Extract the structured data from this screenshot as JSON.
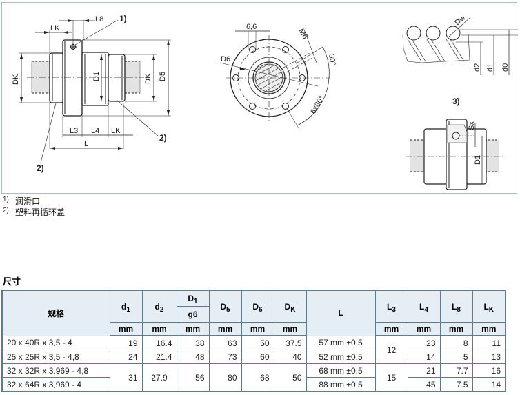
{
  "figure": {
    "left_labels": {
      "l8": "L8",
      "lk_top": "LK",
      "note1": "1)",
      "dk_left": "DK",
      "d1": "D1",
      "dk_right": "DK",
      "d5": "D5",
      "l3": "L3",
      "l4": "L4",
      "lk_bottom": "LK",
      "l": "L",
      "note2_right": "2)",
      "note2_left": "2)"
    },
    "middle_labels": {
      "hole": "6,6",
      "m6": "M6",
      "d6": "D6",
      "angle30": "30°",
      "pitch": "6x60°"
    },
    "right_labels": {
      "dw": "Dw",
      "d2": "d2",
      "d1": "d1",
      "d0": "d0",
      "note3": "3)",
      "sx": "Sx",
      "D1": "D1"
    }
  },
  "footnotes": [
    {
      "mark": "1)",
      "text": "润滑口"
    },
    {
      "mark": "2)",
      "text": "塑料再循环盖"
    }
  ],
  "section_title": "尺寸",
  "table": {
    "spec_header": "规格",
    "headers": [
      {
        "main": "d",
        "sub": "1",
        "unit": "mm"
      },
      {
        "main": "d",
        "sub": "2",
        "unit": "mm"
      },
      {
        "main": "D",
        "sub": "1",
        "tol": "g6",
        "unit": "mm"
      },
      {
        "main": "D",
        "sub": "5",
        "unit": "mm"
      },
      {
        "main": "D",
        "sub": "6",
        "unit": "mm"
      },
      {
        "main": "D",
        "sub": "K",
        "unit": "mm"
      },
      {
        "main": "L",
        "sub": "",
        "unit": ""
      },
      {
        "main": "L",
        "sub": "3",
        "unit": "mm"
      },
      {
        "main": "L",
        "sub": "4",
        "unit": "mm"
      },
      {
        "main": "L",
        "sub": "8",
        "unit": "mm"
      },
      {
        "main": "L",
        "sub": "K",
        "unit": "mm"
      }
    ],
    "rows": [
      {
        "spec": "20 x 40R x 3,5 - 4",
        "d1": "19",
        "d2": "16.4",
        "D1": "38",
        "D5": "63",
        "D6": "50",
        "DK": "37.5",
        "L": "57 mm ±0.5",
        "L3": "12",
        "L4": "23",
        "L8": "8",
        "LK": "11"
      },
      {
        "spec": "25 x 25R x 3,5 - 4,8",
        "d1": "24",
        "d2": "21.4",
        "D1": "48",
        "D5": "73",
        "D6": "60",
        "DK": "40",
        "L": "52 mm ±0.5",
        "L3": "12",
        "L4": "14",
        "L8": "5",
        "LK": "13"
      },
      {
        "spec": "32 x 32R x 3,969 - 4,8",
        "d1": "31",
        "d2": "27.9",
        "D1": "56",
        "D5": "80",
        "D6": "68",
        "DK": "50",
        "L": "68 mm ±0.5",
        "L3": "15",
        "L4": "21",
        "L8": "7.7",
        "LK": "16"
      },
      {
        "spec": "32 x 64R x 3,969 - 4",
        "d1": "31",
        "d2": "27.9",
        "D1": "56",
        "D5": "80",
        "D6": "68",
        "DK": "50",
        "L": "88 mm ±0.5",
        "L3": "15",
        "L4": "45",
        "L8": "7.5",
        "LK": "14"
      }
    ]
  },
  "colors": {
    "header_bg": "#e6eef5",
    "border": "#5d7c8d",
    "frame": "#a9bccb",
    "shaft_fill": "#e3e3e3"
  }
}
